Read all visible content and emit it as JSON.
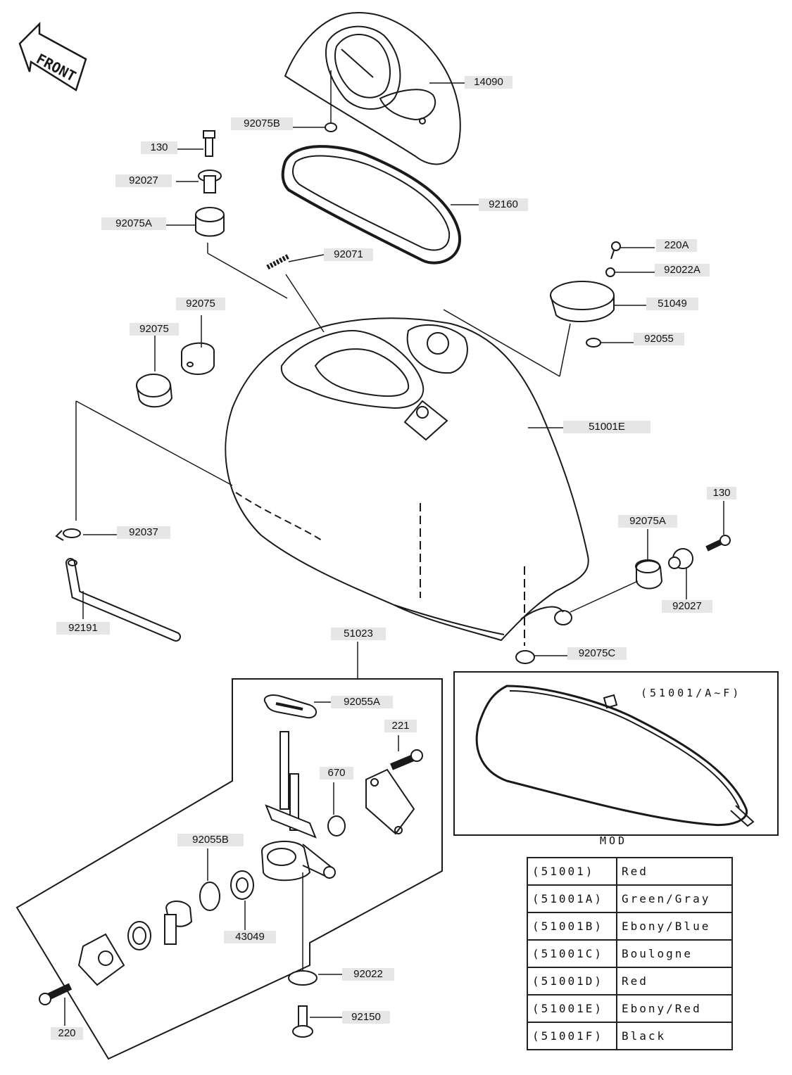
{
  "front_label": "FRONT",
  "part_labels": {
    "p14090": "14090",
    "p92075B": "92075B",
    "p130_top": "130",
    "p92027_top": "92027",
    "p92160": "92160",
    "p92075A_top": "92075A",
    "p92071": "92071",
    "p220A": "220A",
    "p92022A": "92022A",
    "p51049": "51049",
    "p92055": "92055",
    "p92075_a": "92075",
    "p92075_b": "92075",
    "p51001E": "51001E",
    "p130_right": "130",
    "p92075A_right": "92075A",
    "p92037": "92037",
    "p92027_right": "92027",
    "p92191": "92191",
    "p51023": "51023",
    "p92075C": "92075C",
    "p92055A": "92055A",
    "p221": "221",
    "p670": "670",
    "p92055B": "92055B",
    "p43049": "43049",
    "p92022": "92022",
    "p220": "220",
    "p92150": "92150"
  },
  "mod_box": {
    "title": "(51001/A~F)",
    "caption": "MOD"
  },
  "color_table": [
    {
      "code": "(51001)",
      "color": "Red"
    },
    {
      "code": "(51001A)",
      "color": "Green/Gray"
    },
    {
      "code": "(51001B)",
      "color": "Ebony/Blue"
    },
    {
      "code": "(51001C)",
      "color": "Boulogne"
    },
    {
      "code": "(51001D)",
      "color": "Red"
    },
    {
      "code": "(51001E)",
      "color": "Ebony/Red"
    },
    {
      "code": "(51001F)",
      "color": "Black"
    }
  ]
}
